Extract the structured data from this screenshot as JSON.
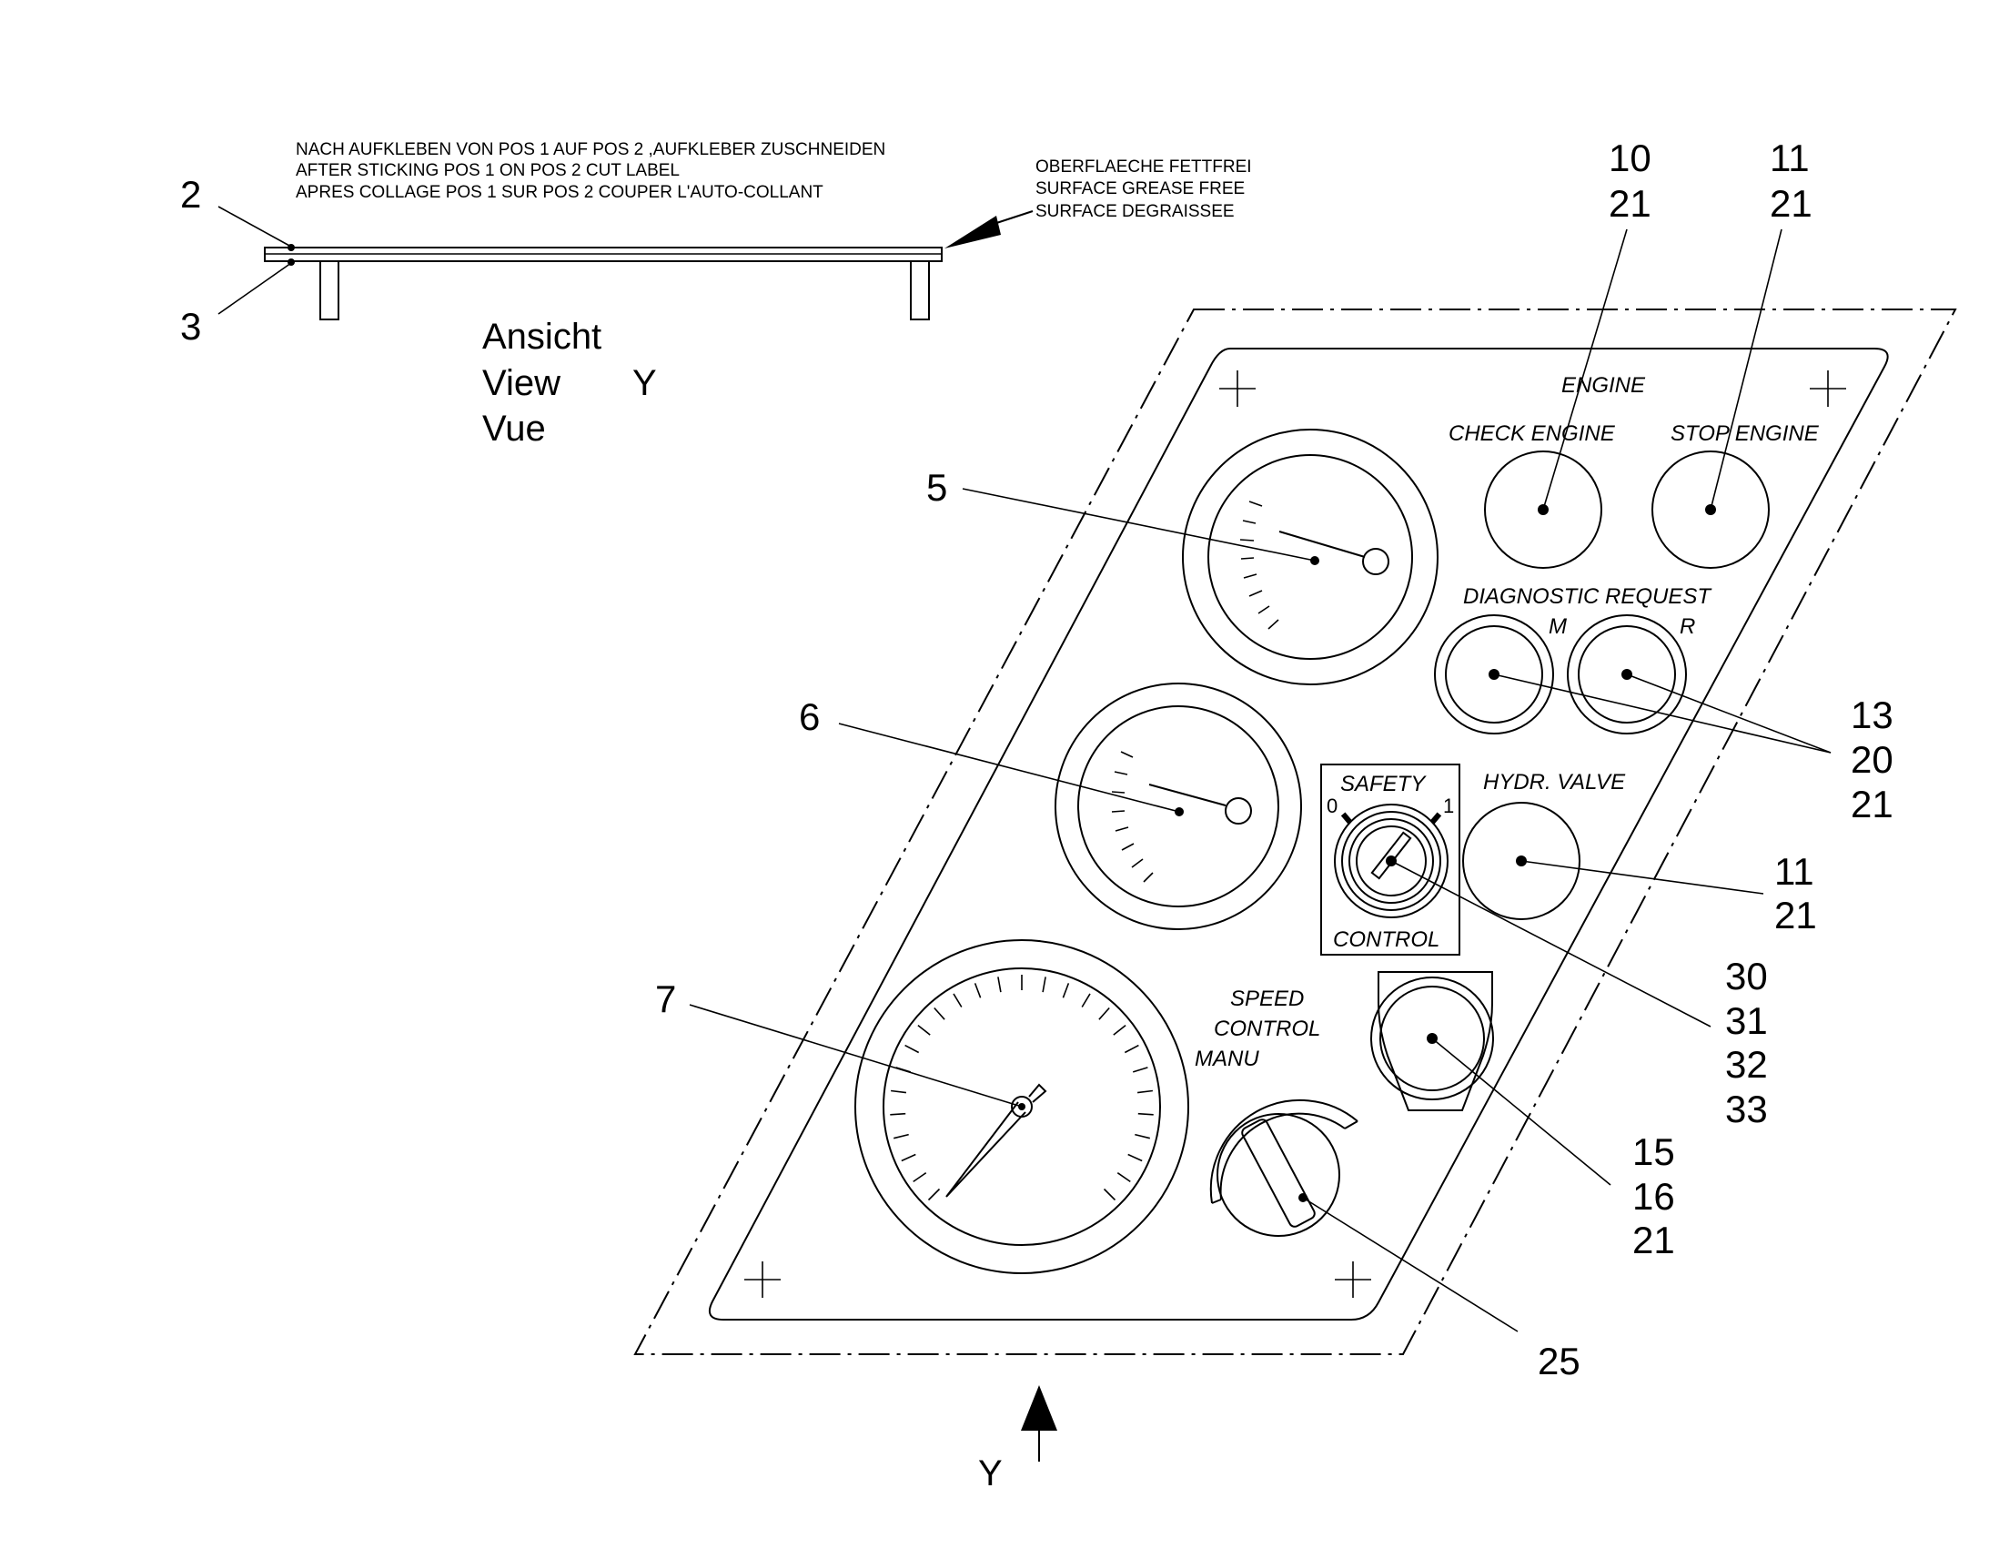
{
  "notes": {
    "cut_label_de": "NACH AUFKLEBEN VON POS 1 AUF POS 2 ,AUFKLEBER ZUSCHNEIDEN",
    "cut_label_en": "AFTER STICKING POS 1 ON POS 2 CUT LABEL",
    "cut_label_fr": "APRES COLLAGE POS 1 SUR POS 2 COUPER L'AUTO-COLLANT",
    "surface_de": "OBERFLAECHE FETTFREI",
    "surface_en": "SURFACE GREASE FREE",
    "surface_fr": "SURFACE DEGRAISSEE"
  },
  "view": {
    "de": "Ansicht",
    "en": "View",
    "fr": "Vue",
    "letter": "Y",
    "arrow_letter": "Y"
  },
  "panel_labels": {
    "engine": "ENGINE",
    "check_engine": "CHECK ENGINE",
    "stop_engine": "STOP ENGINE",
    "diagnostic_request": "DIAGNOSTIC REQUEST",
    "diag_m": "M",
    "diag_r": "R",
    "safety": "SAFETY",
    "safety_0": "0",
    "safety_1": "1",
    "control": "CONTROL",
    "hydr_valve": "HYDR. VALVE",
    "speed": "SPEED",
    "speed_control": "CONTROL",
    "manu": "MANU"
  },
  "callouts": {
    "p2": "2",
    "p3": "3",
    "p5": "5",
    "p6": "6",
    "p7": "7",
    "check": [
      "10",
      "21"
    ],
    "stop": [
      "11",
      "21"
    ],
    "diag": [
      "13",
      "20",
      "21"
    ],
    "hydr": [
      "11",
      "21"
    ],
    "safety": [
      "30",
      "31",
      "32",
      "33"
    ],
    "hazard": [
      "15",
      "16",
      "21"
    ],
    "speed": "25"
  }
}
